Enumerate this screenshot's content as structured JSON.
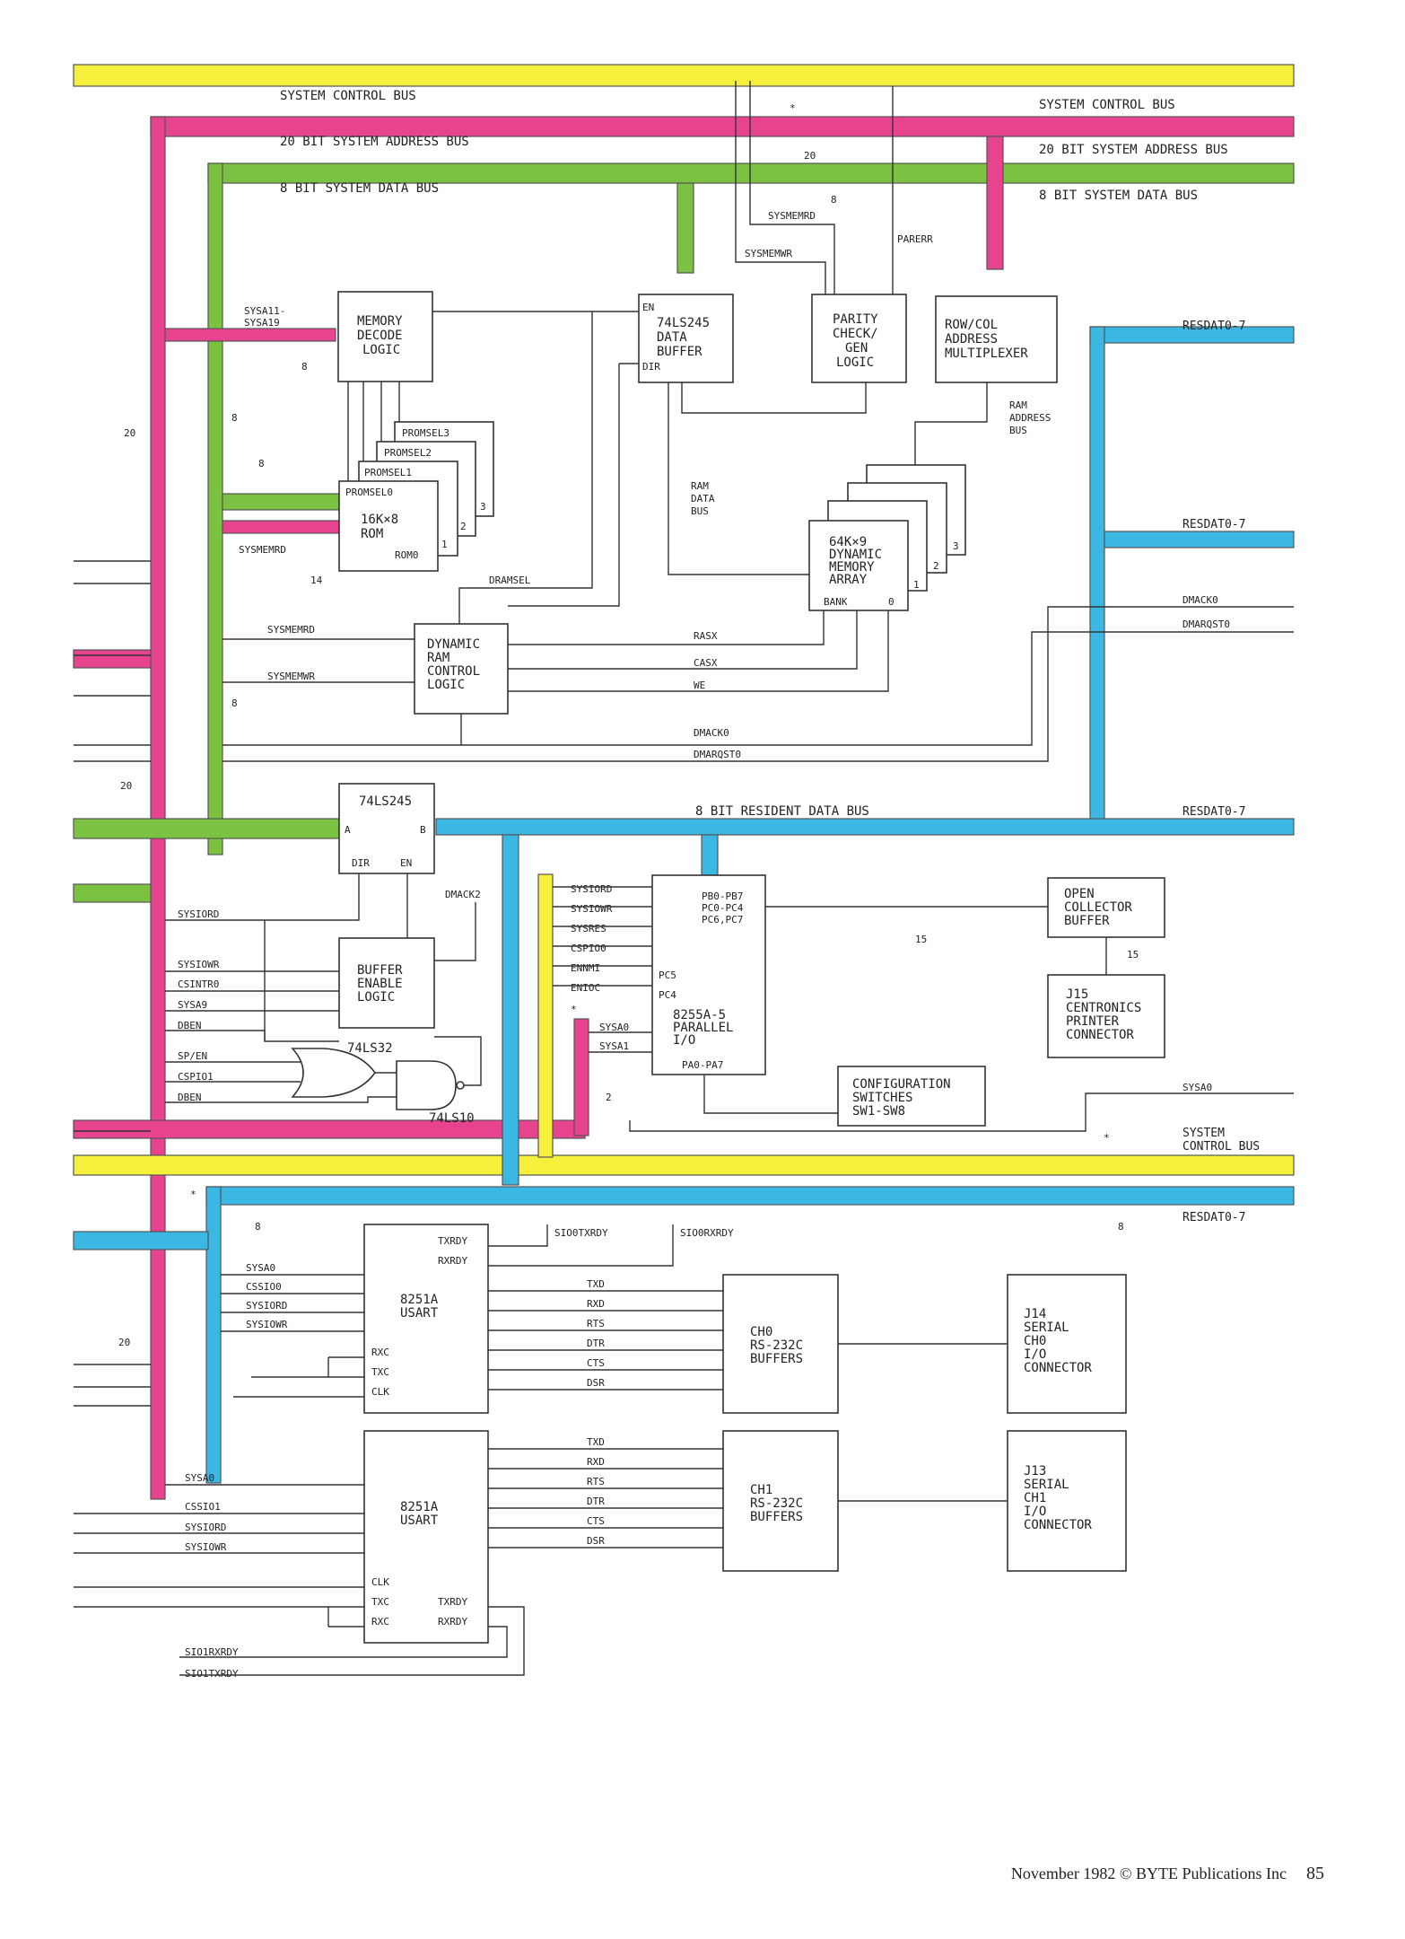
{
  "buses": {
    "system_control": "SYSTEM CONTROL BUS",
    "system_control_2line": [
      "SYSTEM",
      "CONTROL BUS"
    ],
    "address": "20 BIT SYSTEM ADDRESS BUS",
    "data": "8 BIT SYSTEM DATA BUS",
    "resident_data": "8 BIT RESIDENT DATA BUS",
    "resdat": "RESDAT0-7"
  },
  "blocks": {
    "memory_decode": [
      "MEMORY",
      "DECODE",
      "LOGIC"
    ],
    "data_buffer": [
      "74LS245",
      "DATA",
      "BUFFER"
    ],
    "parity": [
      "PARITY",
      "CHECK/",
      "GEN",
      "LOGIC"
    ],
    "rowcol": [
      "ROW/COL",
      "ADDRESS",
      "MULTIPLEXER"
    ],
    "rom": [
      "16K×8",
      "ROM"
    ],
    "rom_out": "ROM0",
    "promsel": [
      "PROMSEL0",
      "PROMSEL1",
      "PROMSEL2",
      "PROMSEL3"
    ],
    "dram_array": [
      "64K×9",
      "DYNAMIC",
      "MEMORY",
      "ARRAY"
    ],
    "bank": "BANK",
    "bank_nums": [
      "0",
      "1",
      "2",
      "3"
    ],
    "dram_ctrl": [
      "DYNAMIC",
      "RAM",
      "CONTROL",
      "LOGIC"
    ],
    "ls245": "74LS245",
    "ls245_pins": [
      "A",
      "B",
      "DIR",
      "EN"
    ],
    "buffer_enable": [
      "BUFFER",
      "ENABLE",
      "LOGIC"
    ],
    "ls32": "74LS32",
    "ls10": "74LS10",
    "ppi": [
      "8255A-5",
      "PARALLEL",
      "I/O"
    ],
    "ppi_pins": [
      "PB0-PB7",
      "PC0-PC4",
      "PC6,PC7",
      "PC5",
      "PC4",
      "PA0-PA7"
    ],
    "oc_buffer": [
      "OPEN",
      "COLLECTOR",
      "BUFFER"
    ],
    "j15": [
      "J15",
      "CENTRONICS",
      "PRINTER",
      "CONNECTOR"
    ],
    "config": [
      "CONFIGURATION",
      "SWITCHES",
      "SW1-SW8"
    ],
    "usart": [
      "8251A",
      "USART"
    ],
    "usart0_pins": [
      "TXRDY",
      "RXRDY",
      "RXC",
      "TXC",
      "CLK"
    ],
    "usart1_pins": [
      "CLK",
      "TXC",
      "RXC",
      "TXRDY",
      "RXRDY"
    ],
    "ch0_buf": [
      "CH0",
      "RS-232C",
      "BUFFERS"
    ],
    "ch1_buf": [
      "CH1",
      "RS-232C",
      "BUFFERS"
    ],
    "j14": [
      "J14",
      "SERIAL",
      "CH0",
      "I/O",
      "CONNECTOR"
    ],
    "j13": [
      "J13",
      "SERIAL",
      "CH1",
      "I/O",
      "CONNECTOR"
    ]
  },
  "signals": {
    "sysa11_19": [
      "SYSA11-",
      "SYSA19"
    ],
    "sysmemrd": "SYSMEMRD",
    "sysmemwr": "SYSMEMWR",
    "parerr": "PARERR",
    "ram_addr": [
      "RAM",
      "ADDRESS",
      "BUS"
    ],
    "ram_data": [
      "RAM",
      "DATA",
      "BUS"
    ],
    "dramsel": "DRAMSEL",
    "rasx": "RASX",
    "casx": "CASX",
    "we": "WE",
    "dmack0": "DMACK0",
    "dmarqst0": "DMARQST0",
    "dmack2": "DMACK2",
    "sysiord": "SYSIORD",
    "sysiowr": "SYSIOWR",
    "csintr0": "CSINTR0",
    "sysa9": "SYSA9",
    "dben": "DBEN",
    "sp_en": "SP/EN",
    "cspio1": "CSPIO1",
    "ppi_sigs": [
      "SYSIORD",
      "SYSIOWR",
      "SYSRES",
      "CSPIO0",
      "ENNMI",
      "ENIOC"
    ],
    "sysa0": "SYSA0",
    "sysa1": "SYSA1",
    "sio0txrdy": "SIO0TXRDY",
    "sio0rxrdy": "SIO0RXRDY",
    "usart0_in": [
      "SYSA0",
      "CSSIO0",
      "SYSIORD",
      "SYSIOWR"
    ],
    "usart1_in": [
      "SYSA0",
      "CSSIO1",
      "SYSIORD",
      "SYSIOWR"
    ],
    "rs232": [
      "TXD",
      "RXD",
      "RTS",
      "DTR",
      "CTS",
      "DSR"
    ],
    "sio1rxrdy": "SIO1RXRDY",
    "sio1txrdy": "SIO1TXRDY"
  },
  "widths": {
    "w20": "20",
    "w8": "8",
    "w14": "14",
    "w15": "15",
    "w2": "2",
    "star": "*"
  },
  "footer": {
    "credit": "November 1982 © BYTE Publications Inc",
    "page": "85"
  },
  "colors": {
    "control_bus": "#f6ef3c",
    "address_bus": "#e8438f",
    "data_bus": "#7cc242",
    "resident_bus": "#3bb7e3"
  }
}
